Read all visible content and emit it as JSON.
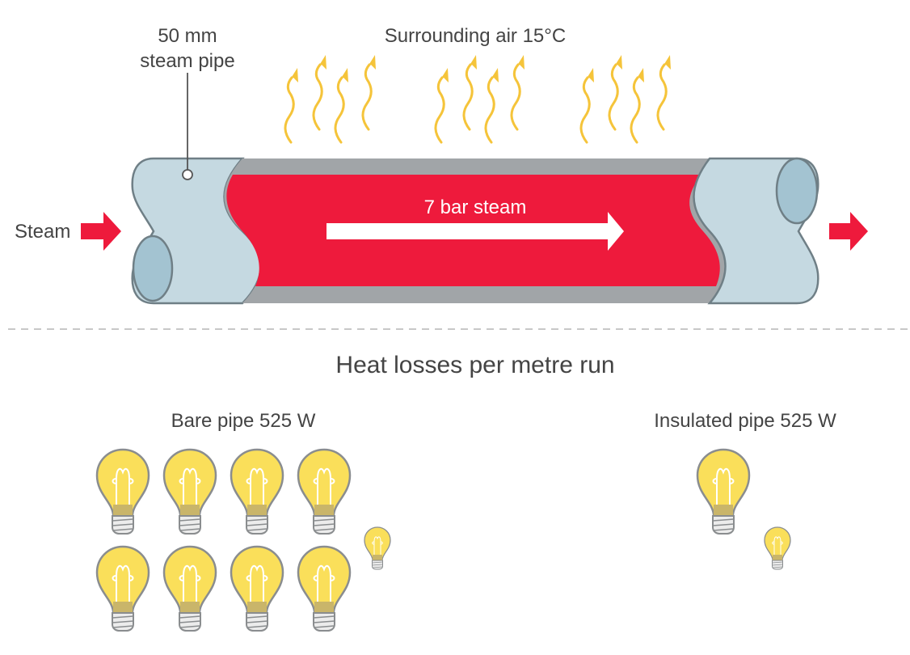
{
  "pipe_label": {
    "line1": "50 mm",
    "line2": "steam pipe"
  },
  "surrounding_air": "Surrounding air 15°C",
  "inlet_label": "Steam",
  "steam_label": "7 bar steam",
  "section_title": "Heat losses per metre run",
  "bare_pipe": {
    "label": "Bare pipe 525 W",
    "full_bulbs": 8,
    "small_bulbs": 1
  },
  "insulated_pipe": {
    "label": "Insulated pipe 525 W",
    "full_bulbs": 1,
    "small_bulbs": 1
  },
  "colors": {
    "steam": "#ee1a3c",
    "pipe": "#c5d9e1",
    "heat": "#f5c43a",
    "bulb": "#fadf5a"
  }
}
